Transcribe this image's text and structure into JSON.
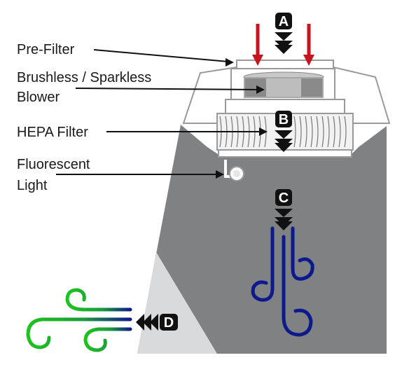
{
  "labels": {
    "pre_filter": "Pre-Filter",
    "blower_line1": "Brushless / Sparkless",
    "blower_line2": "Blower",
    "hepa_filter": "HEPA Filter",
    "fluorescent_line1": "Fluorescent",
    "fluorescent_line2": "Light"
  },
  "badges": {
    "a": "A",
    "b": "B",
    "c": "C",
    "d": "D"
  },
  "colors": {
    "intake_arrows": "#c8141e",
    "hood_body": "#7f8183",
    "hood_panel": "#d9dadb",
    "clean_airflow": "#0d1a8c",
    "exhaust_airflow_start": "#1ec41e",
    "exhaust_airflow_end": "#0d1a8c",
    "badge_bg": "#111111"
  }
}
